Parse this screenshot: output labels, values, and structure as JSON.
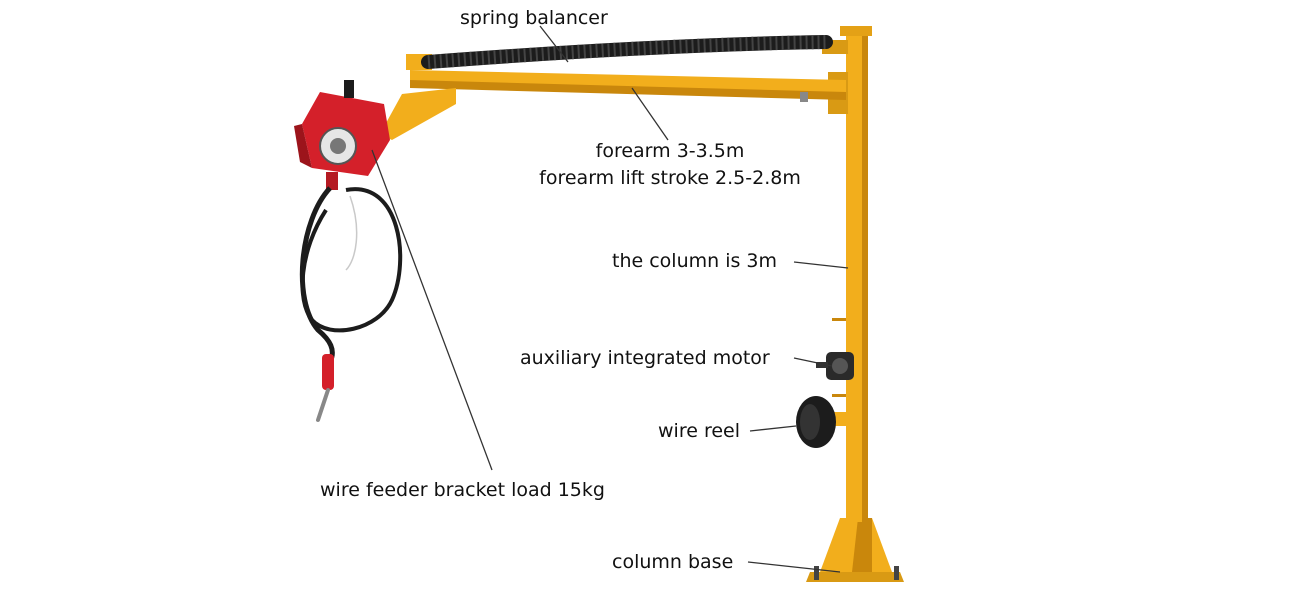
{
  "labels": {
    "spring_balancer": "spring balancer",
    "forearm": "forearm 3-3.5m",
    "forearm_lift": "forearm lift stroke 2.5-2.8m",
    "column": "the column is 3m",
    "motor": "auxiliary integrated motor",
    "wire_reel": "wire reel",
    "bracket_load": "wire feeder bracket load 15kg",
    "column_base": "column base"
  },
  "colors": {
    "frame_yellow": "#f2ae1c",
    "frame_shadow": "#c9870c",
    "feeder_red": "#d4202a",
    "hose_black": "#1c1c1c",
    "leader_line": "#333333"
  }
}
